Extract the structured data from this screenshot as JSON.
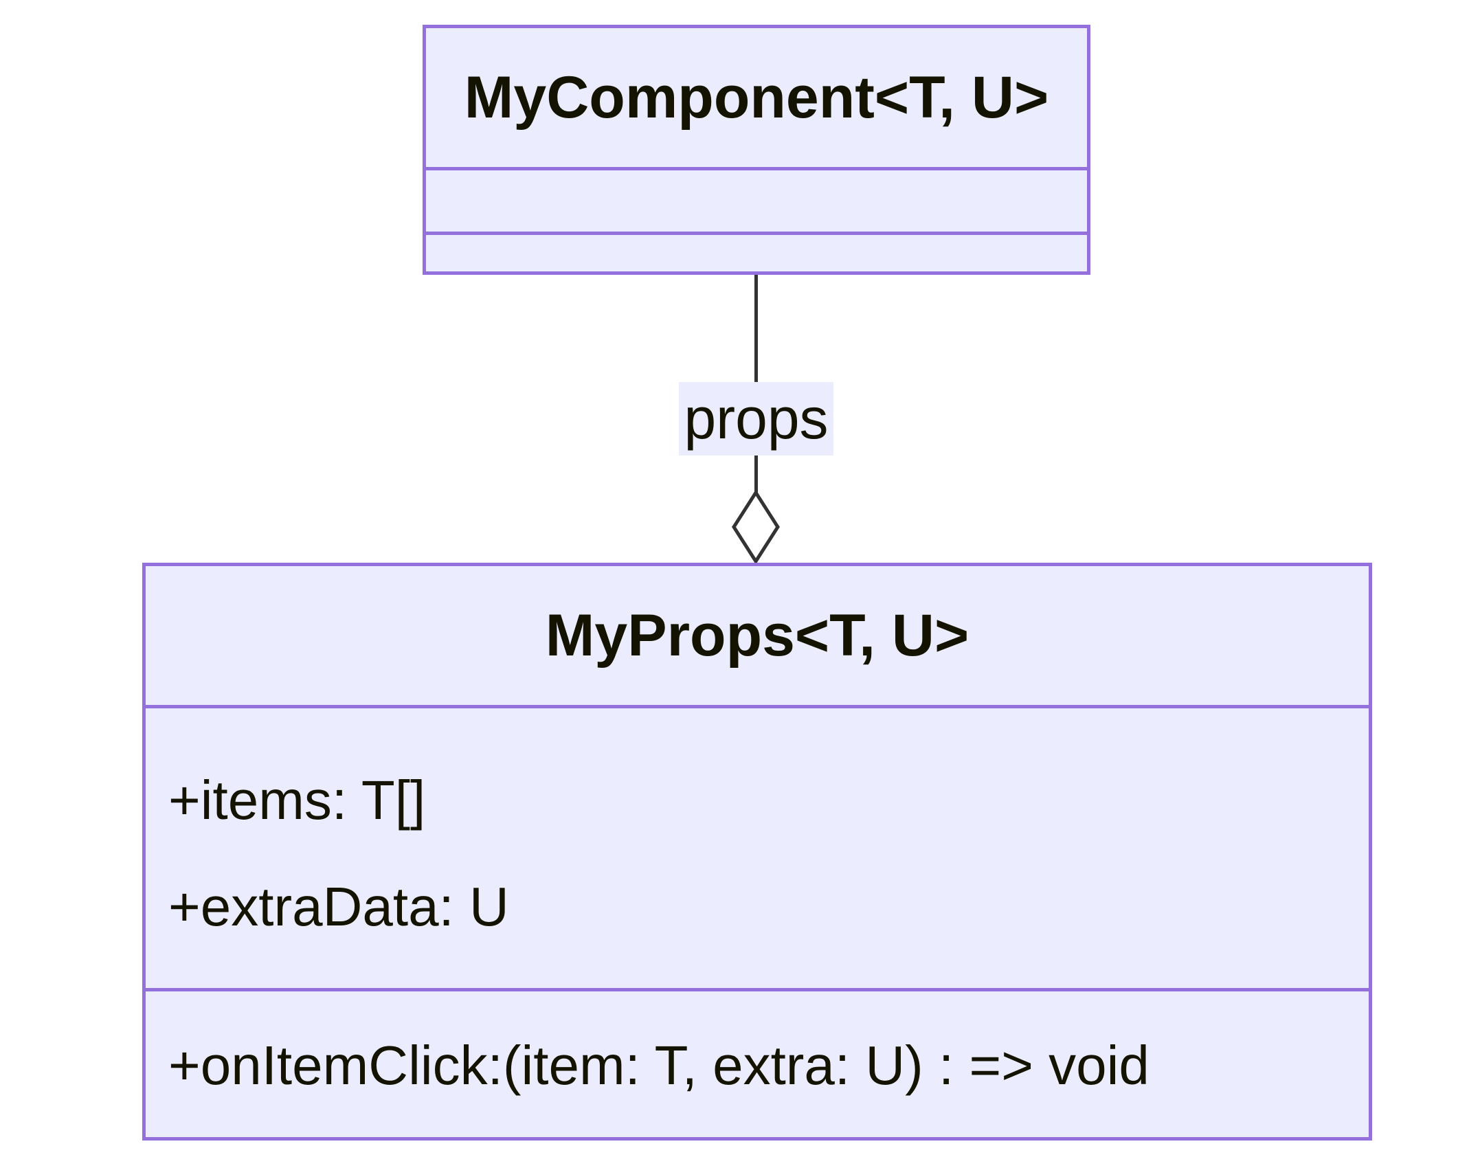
{
  "diagram": {
    "type": "uml-class-diagram",
    "nodes": [
      {
        "id": "MyComponent",
        "title": "MyComponent<T, U>",
        "attributes": [],
        "methods": []
      },
      {
        "id": "MyProps",
        "title": "MyProps<T, U>",
        "attributes": [
          "+items: T[]",
          "+extraData: U"
        ],
        "methods": [
          "+onItemClick:(item: T, extra: U) : => void"
        ]
      }
    ],
    "edge": {
      "from": "MyComponent",
      "to": "MyProps",
      "label": "props",
      "relation": "aggregation"
    },
    "colors": {
      "node_fill": "#ECECFF",
      "node_border": "#9370DB",
      "edge_line": "#333333",
      "text": "#131300",
      "label_background": "#ECECFF",
      "page_background": "#FFFFFF"
    }
  }
}
